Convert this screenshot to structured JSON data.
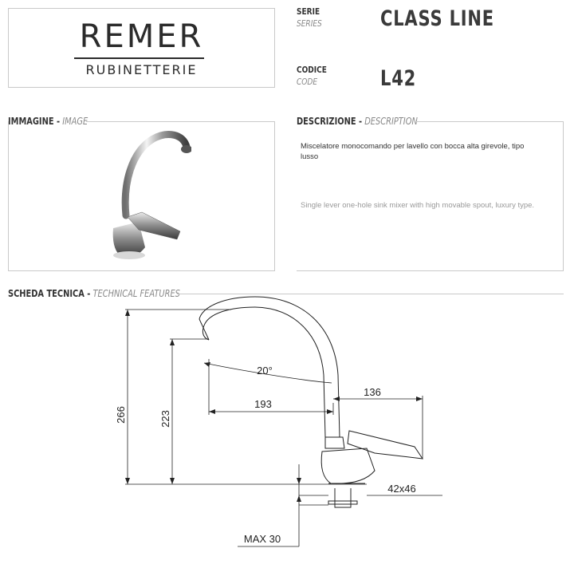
{
  "brand": {
    "name": "REMER",
    "subtitle": "RUBINETTERIE"
  },
  "series": {
    "label_it": "SERIE",
    "label_en": "SERIES",
    "value": "CLASS LINE"
  },
  "code": {
    "label_it": "CODICE",
    "label_en": "CODE",
    "value": "L42"
  },
  "image_section": {
    "title_it": "IMMAGINE -",
    "title_en": "IMAGE"
  },
  "description_section": {
    "title_it": "DESCRIZIONE -",
    "title_en": "DESCRIPTION",
    "text_it": "Miscelatore monocomando per lavello con bocca alta girevole, tipo lusso",
    "text_en": "Single lever one-hole sink mixer with high movable spout, luxury type."
  },
  "technical_section": {
    "title_it": "SCHEDA TECNICA -",
    "title_en": "TECHNICAL FEATURES"
  },
  "dimensions": {
    "total_height": "266",
    "spout_height": "223",
    "angle": "20°",
    "reach": "193",
    "lever": "136",
    "base": "42x46",
    "max_thickness": "MAX 30"
  }
}
